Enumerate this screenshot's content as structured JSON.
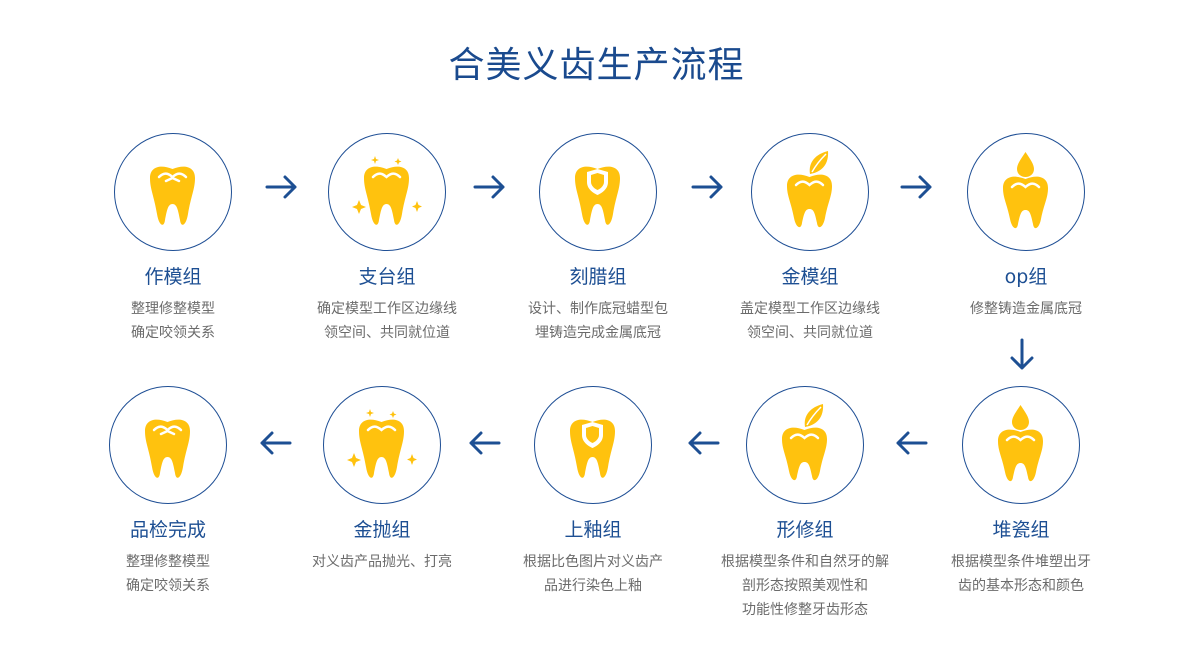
{
  "title": "合美义齿生产流程",
  "colors": {
    "accent": "#1d4f93",
    "tooth": "#ffc20e",
    "text_muted": "#6b6b6b"
  },
  "steps": [
    {
      "name": "作模组",
      "icon": "tooth-icon",
      "desc": [
        "整理修整模型",
        "确定咬领关系"
      ]
    },
    {
      "name": "支台组",
      "icon": "tooth-sparkle-icon",
      "desc": [
        "确定模型工作区边缘线",
        "领空间、共同就位道"
      ]
    },
    {
      "name": "刻腊组",
      "icon": "tooth-shield-icon",
      "desc": [
        "设计、制作底冠蜡型包",
        "埋铸造完成金属底冠"
      ]
    },
    {
      "name": "金模组",
      "icon": "tooth-leaf-icon",
      "desc": [
        "盖定模型工作区边缘线",
        "领空间、共同就位道"
      ]
    },
    {
      "name": "op组",
      "icon": "tooth-drop-icon",
      "desc": [
        "修整铸造金属底冠"
      ]
    },
    {
      "name": "堆瓷组",
      "icon": "tooth-drop-icon",
      "desc": [
        "根据模型条件堆塑出牙",
        "齿的基本形态和颜色"
      ]
    },
    {
      "name": "形修组",
      "icon": "tooth-leaf-icon",
      "desc": [
        "根据模型条件和自然牙的解",
        "剖形态按照美观性和",
        "功能性修整牙齿形态"
      ]
    },
    {
      "name": "上釉组",
      "icon": "tooth-shield-icon",
      "desc": [
        "根据比色图片对义齿产",
        "品进行染色上釉"
      ]
    },
    {
      "name": "金抛组",
      "icon": "tooth-sparkle-icon",
      "desc": [
        "对义齿产品抛光、打亮"
      ]
    },
    {
      "name": "品检完成",
      "icon": "tooth-icon",
      "desc": [
        "整理修整模型",
        "确定咬领关系"
      ]
    }
  ]
}
